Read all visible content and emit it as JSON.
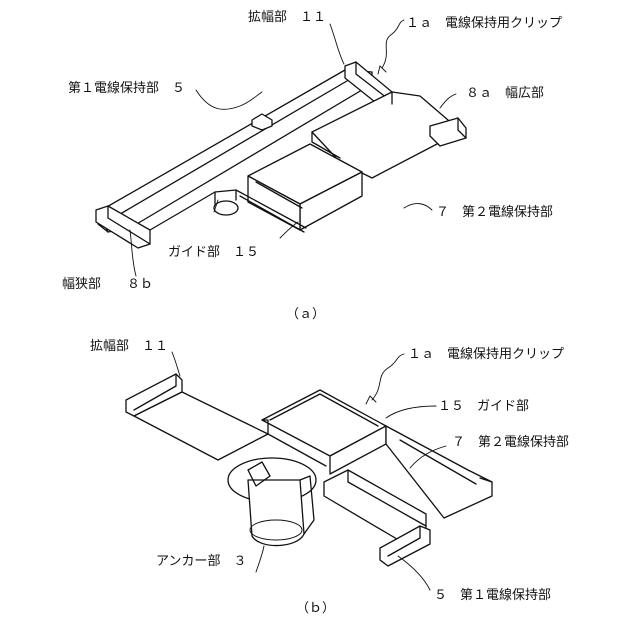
{
  "figure_a": {
    "caption": "（ａ）",
    "labels": {
      "widened": "拡幅部　１１",
      "clip": "１ａ　電線保持用クリップ",
      "first_holder": "第１電線保持部　５",
      "wide": "８ａ　幅広部",
      "second_holder": "７　第２電線保持部",
      "guide": "ガイド部　１５",
      "narrow": "幅狭部　　８ｂ"
    }
  },
  "figure_b": {
    "caption": "（ｂ）",
    "labels": {
      "widened": "拡幅部　１１",
      "clip": "１ａ　電線保持用クリップ",
      "guide": "１５　ガイド部",
      "second_holder": "７　第２電線保持部",
      "anchor": "アンカー部　３",
      "first_holder": "５　第１電線保持部"
    }
  }
}
